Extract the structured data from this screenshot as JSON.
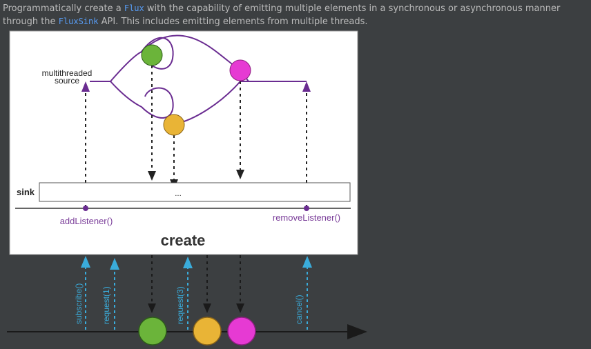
{
  "description": {
    "text_part1": "Programmatically create a ",
    "code_flux": "Flux",
    "text_part2": " with the capability of emitting multiple elements in a synchronous or asynchronous manner through the ",
    "code_fluxsink": "FluxSink",
    "text_part3": " API. This includes emitting elements from multiple threads."
  },
  "diagram": {
    "source_label_line1": "multithreaded",
    "source_label_line2": "source",
    "sink_label": "sink",
    "sink_ellipsis": "...",
    "add_listener": "addListener()",
    "remove_listener": "removeListener()",
    "operator_name": "create",
    "requests": {
      "subscribe": "subscribe()",
      "request1": "request(1)",
      "request3": "request(3)",
      "cancel": "cancel()"
    }
  },
  "colors": {
    "background": "#3c3f41",
    "text": "#bbbbbb",
    "code": "#589df6",
    "purple": "#6a2c91",
    "label_purple": "#7a3d99",
    "request_blue": "#3aacdb",
    "marble_green": "#6bb43a",
    "marble_yellow": "#e9b436",
    "marble_pink": "#e63ad3"
  }
}
